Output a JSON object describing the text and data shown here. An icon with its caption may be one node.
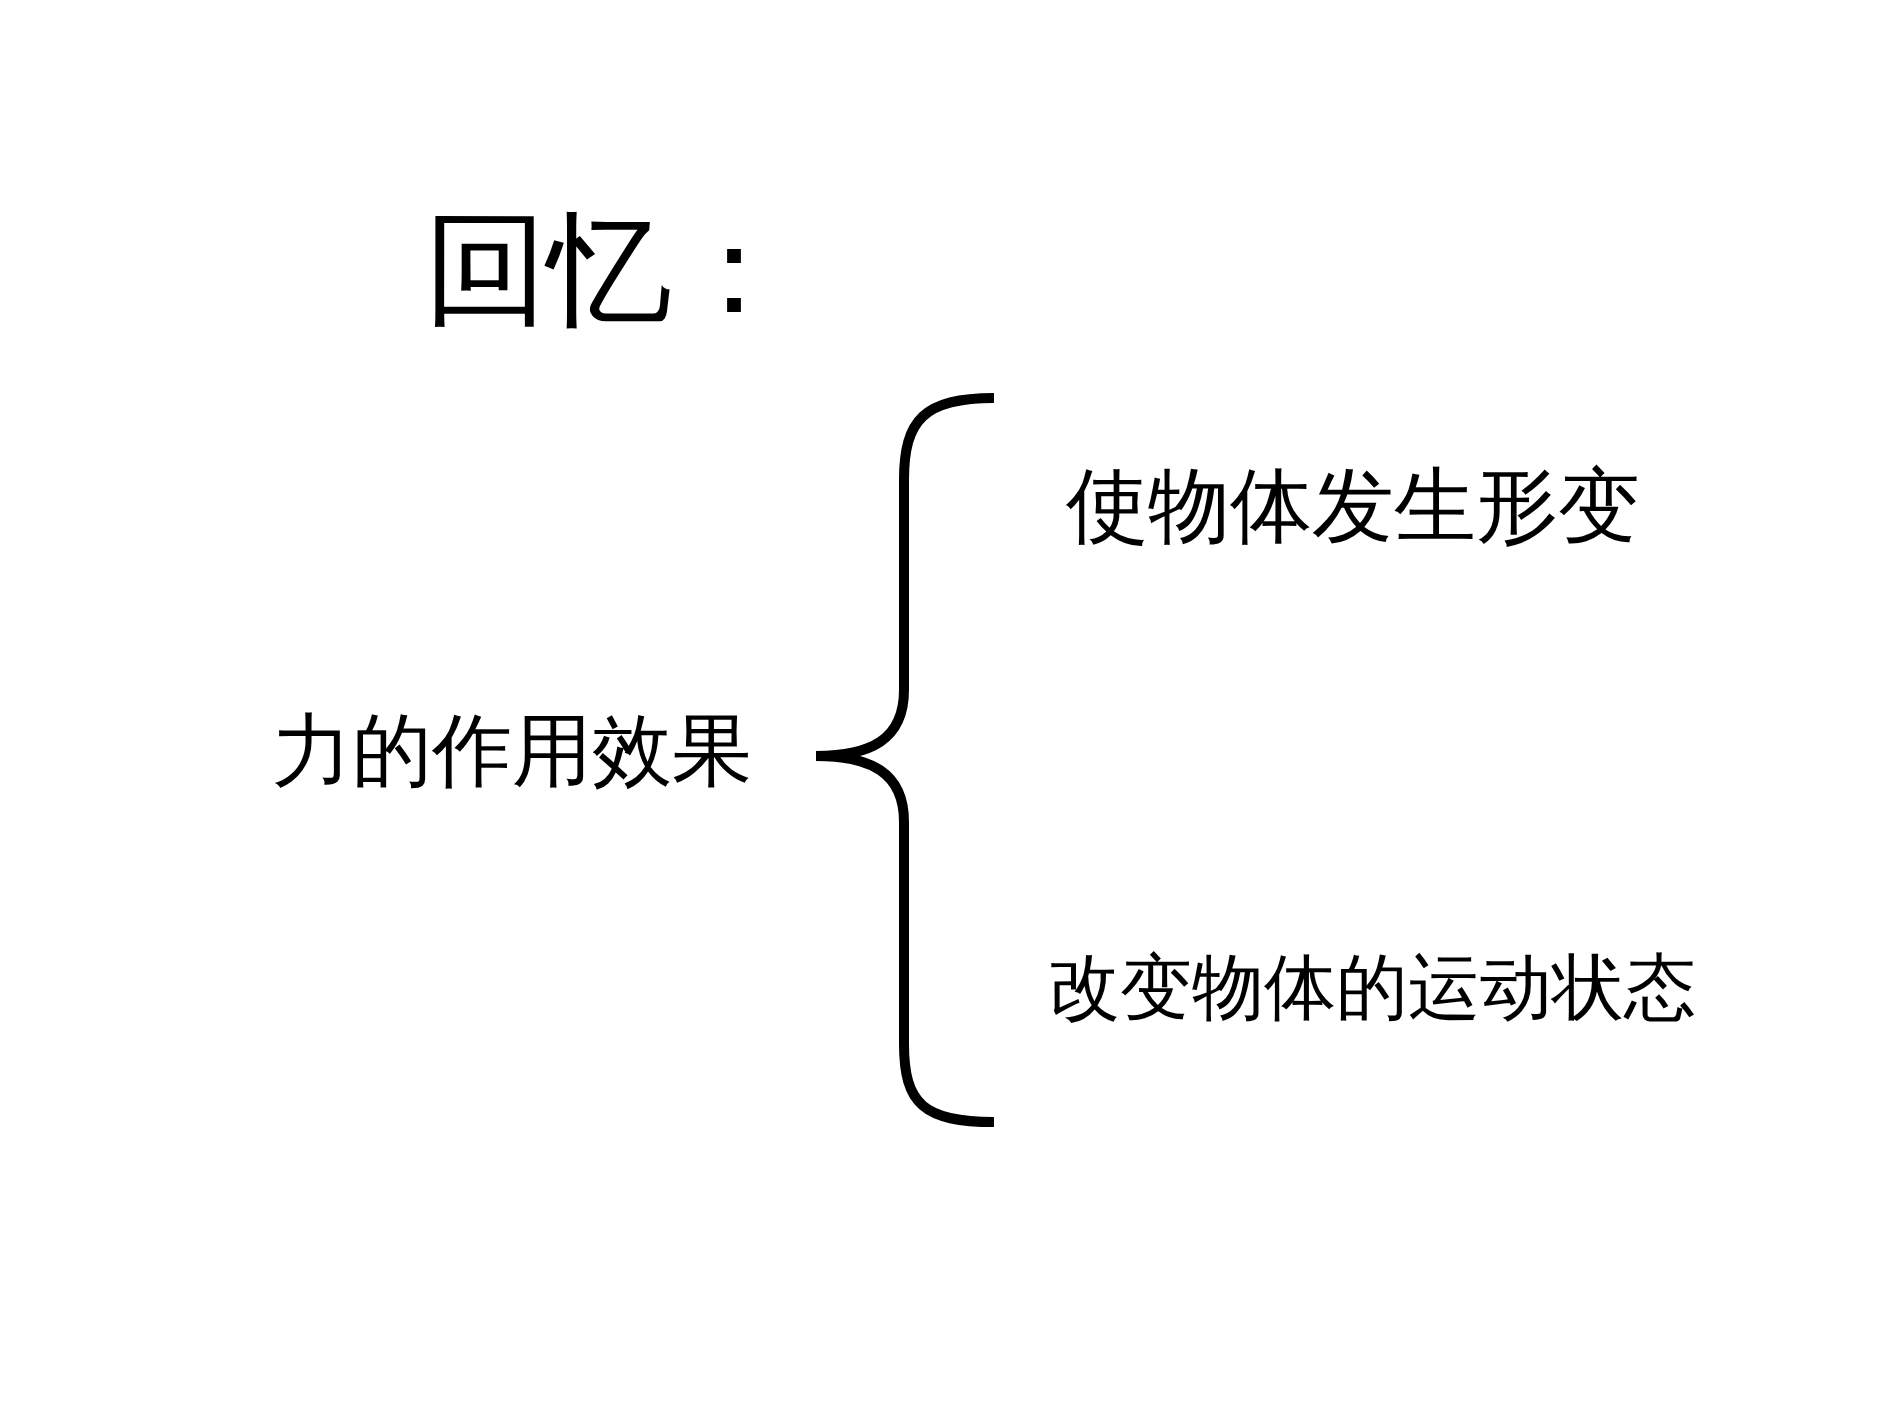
{
  "diagram": {
    "title": "回忆：",
    "labels": [
      "力的作用效果",
      "使物体发生形变",
      "改变物体的运动状态"
    ]
  }
}
